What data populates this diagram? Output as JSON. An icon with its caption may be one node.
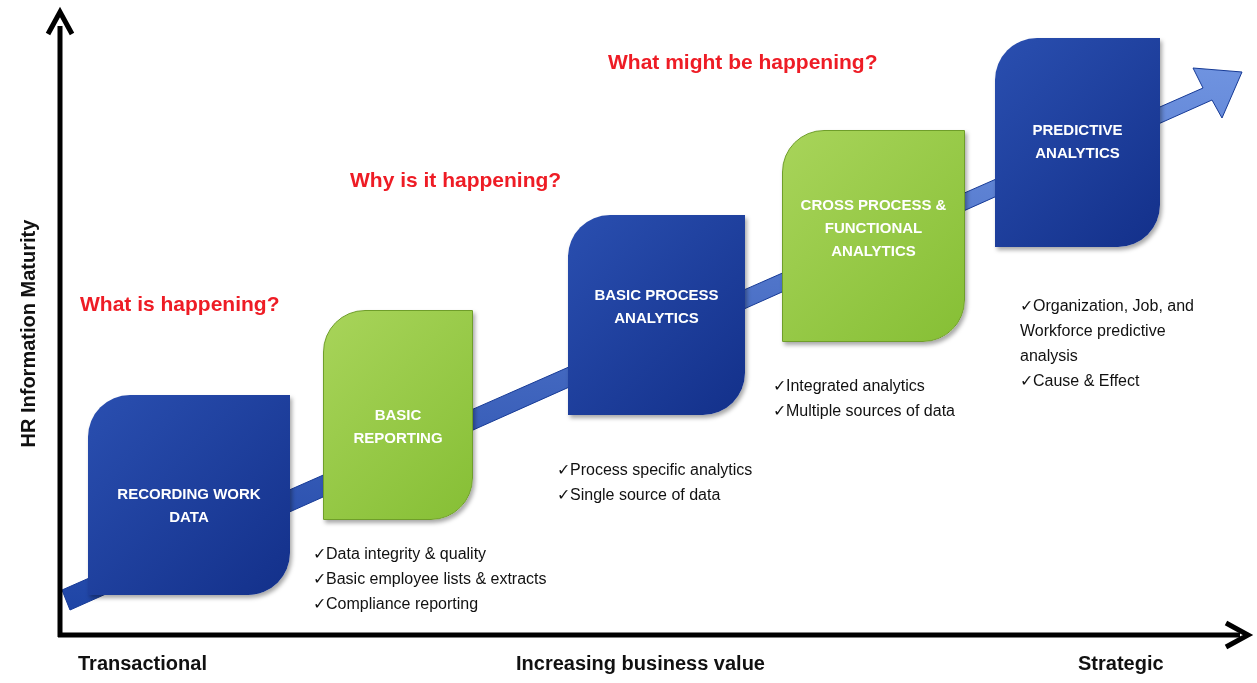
{
  "diagram": {
    "nodes": [
      {
        "text": [
          "RECORDING WORK DATA"
        ]
      },
      {
        "text": [
          "BASIC REPORTING"
        ],
        "beside": [
          "✓Data integrity & quality",
          "✓Basic employee lists & extracts",
          "✓Compliance reporting"
        ]
      },
      {
        "text": [
          "BASIC PROCESS ANALYTICS"
        ],
        "beside": [
          "✓Process specific analytics",
          "✓Single source of data"
        ]
      },
      {
        "text": [
          "CROSS PROCESS & FUNCTIONAL ANALYTICS"
        ],
        "beside": [
          "✓Integrated analytics",
          "✓Multiple sources of data"
        ]
      },
      {
        "text": [
          "PREDICTIVE ANALYTICS"
        ],
        "beside": [
          "✓Organization, Job, and Workforce predictive analysis",
          "✓Cause & Effect"
        ]
      }
    ],
    "edges": [],
    "labels": [
      "What might be happening?",
      "Why is it happening?",
      "What is happening?",
      "HR Information Maturity",
      "Transactional",
      "Increasing business value",
      "Strategic"
    ]
  }
}
